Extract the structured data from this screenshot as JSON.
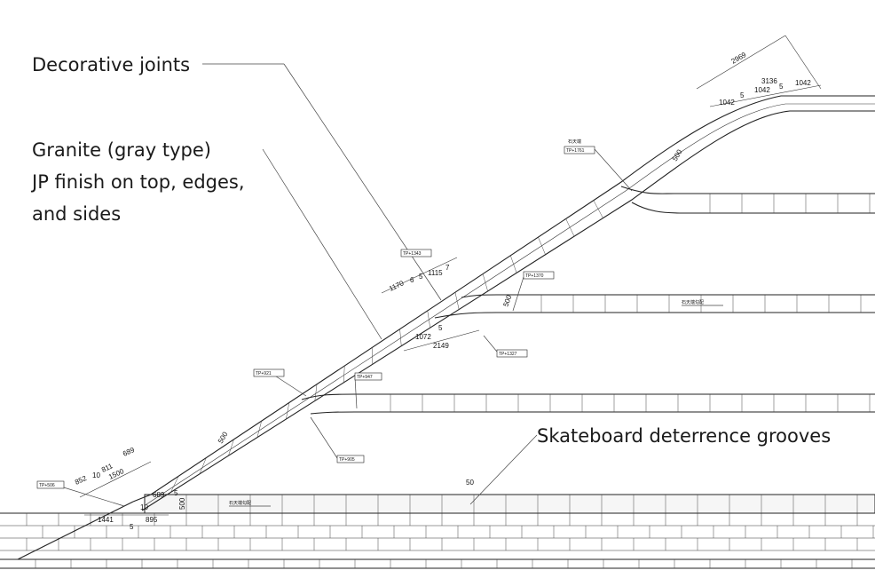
{
  "callouts": {
    "decorative_joints": "Decorative joints",
    "granite_line1": "Granite (gray type)",
    "granite_line2": "JP finish on top, edges,",
    "granite_line3": "and sides",
    "skate_grooves": "Skateboard deterrence grooves"
  },
  "dimensions": {
    "top_span": "2969",
    "top_sub": "3136",
    "top_a": "1042",
    "top_b": "5",
    "top_c": "1042",
    "top_d": "5",
    "top_e": "1042",
    "top_thk": "500",
    "mid_a": "1170",
    "mid_b": "6",
    "mid_c": "5",
    "mid_d": "1115",
    "mid_e": "7",
    "mid_f": "1072",
    "mid_g": "5",
    "mid_h": "2149",
    "mid_thk": "500",
    "low_thk": "500",
    "base_a": "852",
    "base_b": "10",
    "base_c": "811",
    "base_d": "689",
    "base_e": "1500",
    "base_f": "689",
    "base_g": "5",
    "base_h": "10",
    "base_i": "1441",
    "base_j": "895",
    "base_k": "5",
    "base_thk": "500",
    "groove": "50"
  },
  "tags": {
    "t1": "TP+1761",
    "t2": "TP+1343",
    "t3": "TP+1370",
    "t4": "TP+1327",
    "t5": "TP+921",
    "t6": "TP+947",
    "t7": "TP+905",
    "t8": "TP+506",
    "jp_top": "石天端",
    "jp_arrow1": "石天端勾配",
    "jp_arrow2": "石天端勾配"
  }
}
